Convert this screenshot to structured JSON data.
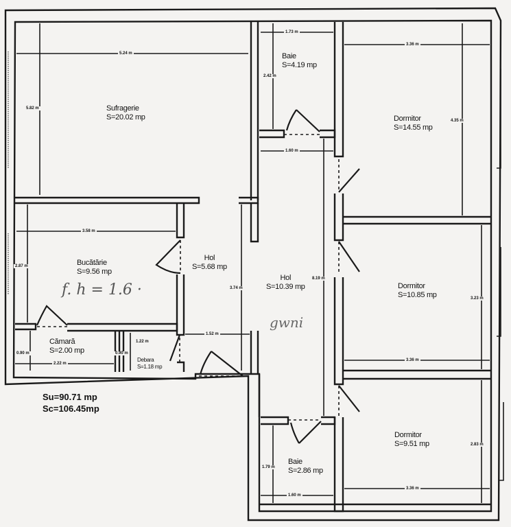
{
  "plan": {
    "rooms": [
      {
        "name": "Sufragerie",
        "area": "S=20.02 mp"
      },
      {
        "name": "Baie",
        "area": "S=4.19 mp"
      },
      {
        "name": "Dormitor",
        "area": "S=14.55 mp"
      },
      {
        "name": "Bucătărie",
        "area": "S=9.56 mp"
      },
      {
        "name": "Hol",
        "area": "S=5.68 mp"
      },
      {
        "name": "Hol",
        "area": "S=10.39 mp"
      },
      {
        "name": "Dormitor",
        "area": "S=10.85 mp"
      },
      {
        "name": "Cămară",
        "area": "S=2.00 mp"
      },
      {
        "name": "Debara",
        "area": "S=1.18 mp"
      },
      {
        "name": "Dormitor",
        "area": "S=9.51 mp"
      },
      {
        "name": "Baie",
        "area": "S=2.86 mp"
      }
    ],
    "dimensions": {
      "sufragerie_w": "5.24 m",
      "sufragerie_h": "5.82 m",
      "baie1_w": "1.73 m",
      "baie1_h": "2.42 m",
      "hol_top_w": "1.60 m",
      "dormitor1_w": "3.36 m",
      "dormitor1_h": "4.35 m",
      "bucatarie_w": "3.58 m",
      "bucatarie_h": "2.87 m",
      "hol1_h": "3.74 m",
      "hol2_h": "8.19 m",
      "dormitor2_h": "3.23 m",
      "dormitor2_w": "3.36 m",
      "camara_h": "0.90 m",
      "camara_w": "2.22 m",
      "debara_w": "1.22 m",
      "debara_h": "0.90 m",
      "hol_mid_w": "1.52 m",
      "dormitor3_h": "2.83 m",
      "dormitor3_w": "3.36 m",
      "baie2_h": "1.79 m",
      "baie2_w": "1.60 m"
    },
    "totals": {
      "su": "Su=90.71 mp",
      "sc": "Sc=106.45mp"
    },
    "annotations": {
      "handwritten_1": "f. h = 1.6 ·",
      "handwritten_2": "gwni"
    }
  }
}
